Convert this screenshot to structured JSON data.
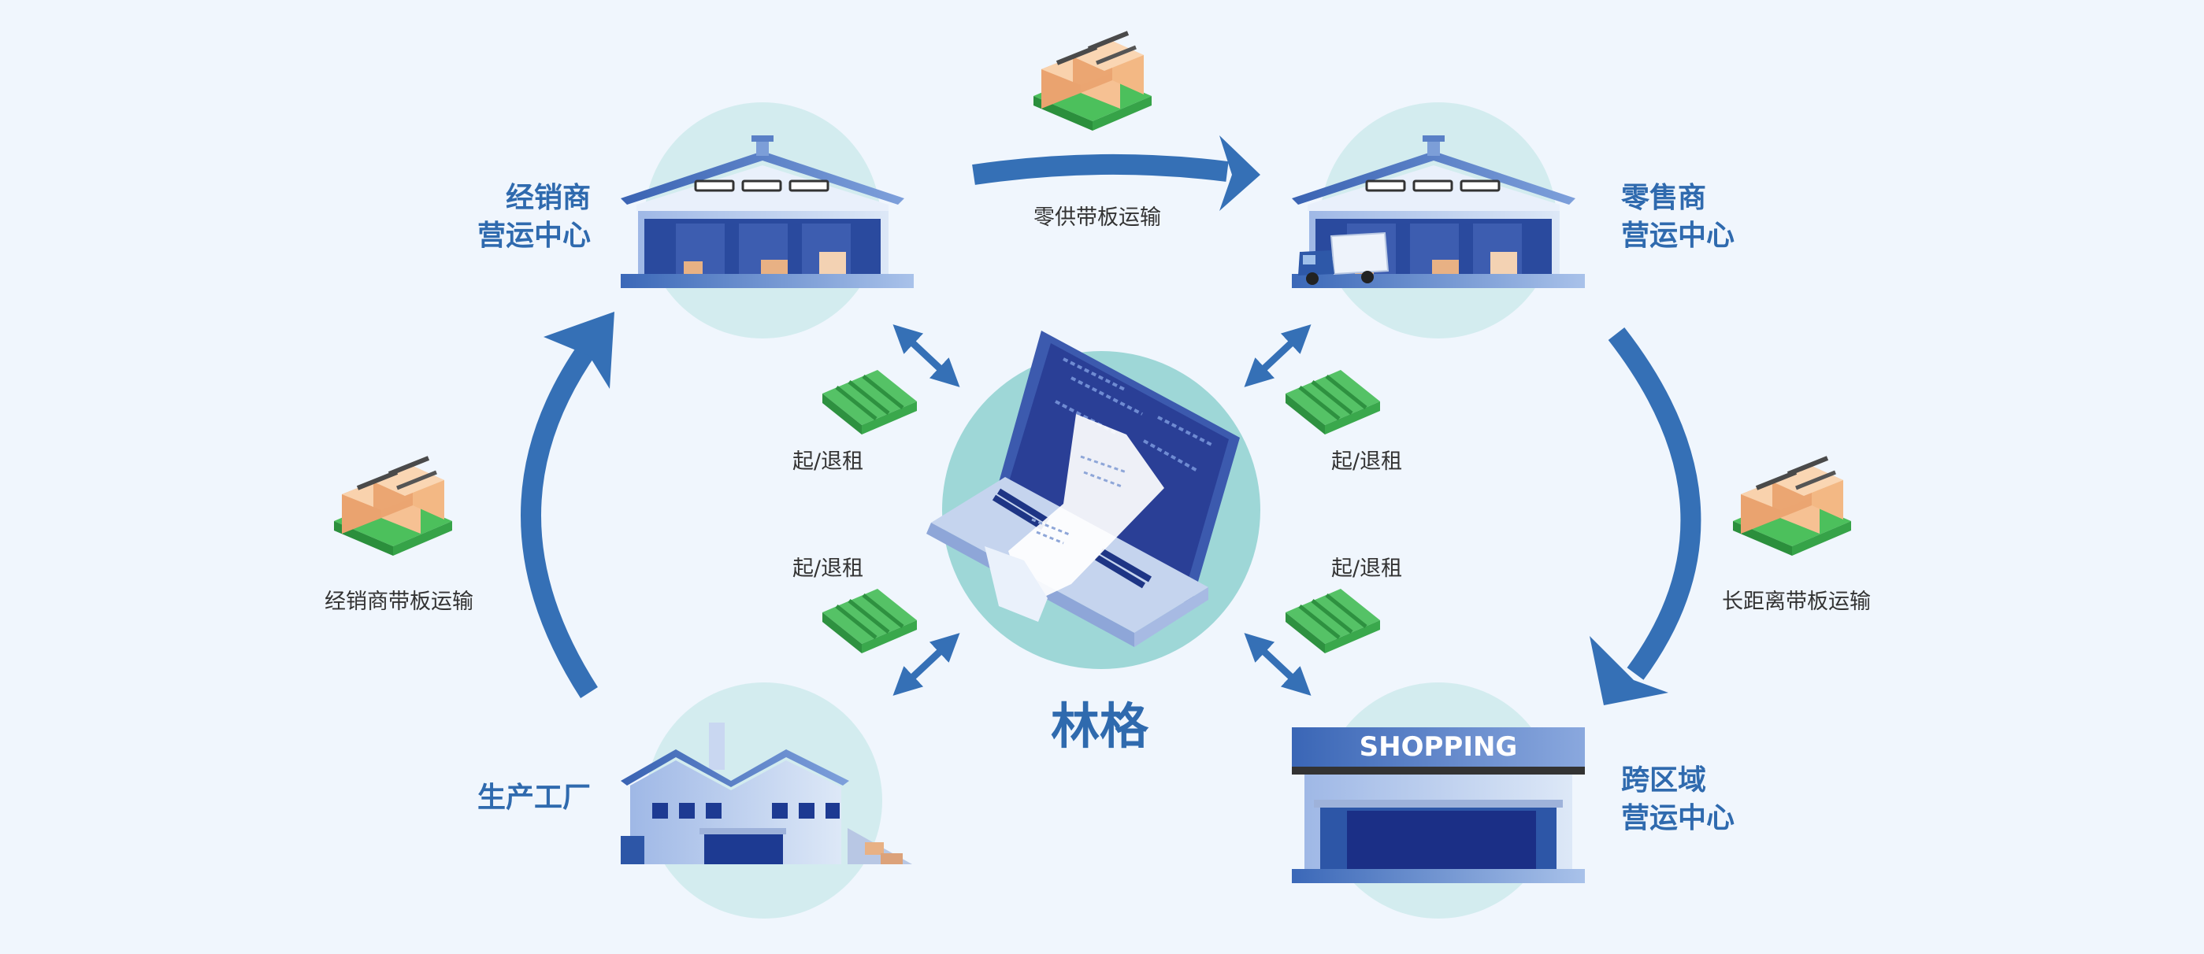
{
  "nodes": {
    "distributor": {
      "line1": "经销商",
      "line2": "营运中心"
    },
    "retailer": {
      "line1": "零售商",
      "line2": "营运中心"
    },
    "factory": {
      "label": "生产工厂"
    },
    "cross_region": {
      "line1": "跨区域",
      "line2": "营运中心",
      "sign": "SHOPPING"
    },
    "center": {
      "label": "林格"
    }
  },
  "flows": {
    "top": "零供带板运输",
    "left": "经销商带板运输",
    "right": "长距离带板运输"
  },
  "rent_labels": {
    "tl": "起/退租",
    "tr": "起/退租",
    "bl": "起/退租",
    "br": "起/退租"
  },
  "colors": {
    "background": "#f0f6fd",
    "arrow_blue": "#3570b6",
    "title_blue": "#2f6aae",
    "circle_light": "#d3ecef",
    "circle_center": "#9ed7d7",
    "pallet_green": "#3fae50",
    "box_tan": "#f2b384"
  }
}
